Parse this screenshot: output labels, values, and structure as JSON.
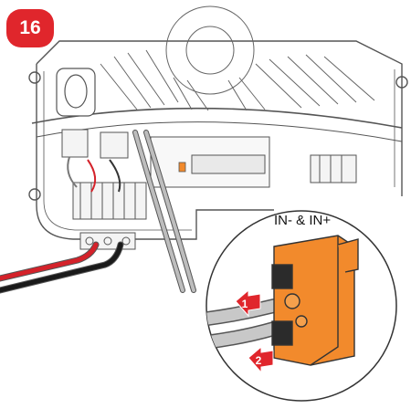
{
  "step": {
    "number": "16"
  },
  "zoom": {
    "label": "IN- & IN+"
  },
  "markers": [
    {
      "label": "1"
    },
    {
      "label": "2"
    }
  ],
  "colors": {
    "badge": "#e0262c",
    "connector": "#f28a2c",
    "arrow": "#e0262c",
    "dc_positive_cable": "#d4222a",
    "dc_negative_cable": "#1a1a1a",
    "outline": "#444444"
  },
  "icons": [
    "zoom-circle",
    "arrow-right-icon",
    "terminal-connector"
  ]
}
